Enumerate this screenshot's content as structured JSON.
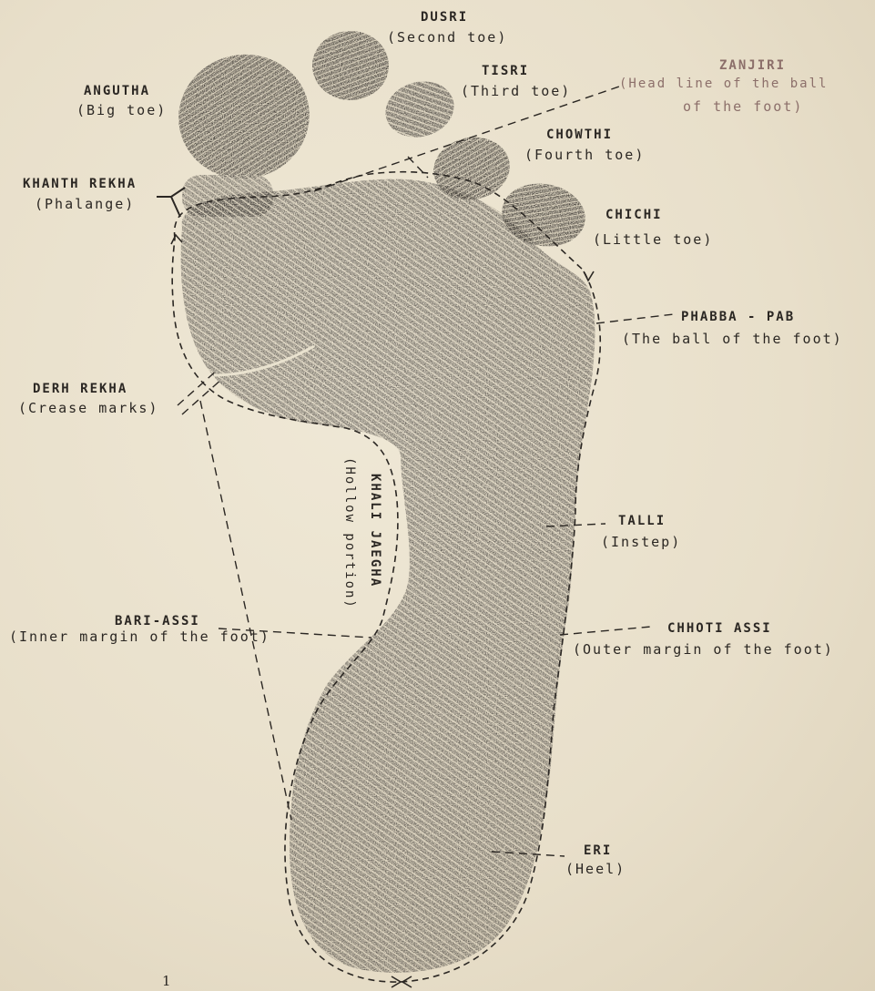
{
  "labels": {
    "dusri": {
      "name": "DUSRI",
      "desc": "(Second toe)"
    },
    "tisri": {
      "name": "TISRI",
      "desc": "(Third toe)"
    },
    "zanjiri": {
      "name": "ZANJIRI",
      "desc1": "(Head line of the ball",
      "desc2": "of the foot)"
    },
    "angutha": {
      "name": "ANGUTHA",
      "desc": "(Big toe)"
    },
    "chowthi": {
      "name": "CHOWTHI",
      "desc": "(Fourth toe)"
    },
    "khanth": {
      "name": "KHANTH REKHA",
      "desc": "(Phalange)"
    },
    "chichi": {
      "name": "CHICHI",
      "desc": "(Little toe)"
    },
    "phabba": {
      "name": "PHABBA - PAB",
      "desc": "(The ball of the foot)"
    },
    "derh": {
      "name": "DERH REKHA",
      "desc": "(Crease marks)"
    },
    "khali": {
      "name": "KHALI JAEGHA",
      "desc": "(Hollow portion)"
    },
    "talli": {
      "name": "TALLI",
      "desc": "(Instep)"
    },
    "bari": {
      "name": "BARI-ASSI",
      "desc": "(Inner margin of the foot)"
    },
    "chhoti": {
      "name": "CHHOTI ASSI",
      "desc": "(Outer margin of the foot)"
    },
    "eri": {
      "name": "ERI",
      "desc": "(Heel)"
    }
  },
  "page_number": "1"
}
